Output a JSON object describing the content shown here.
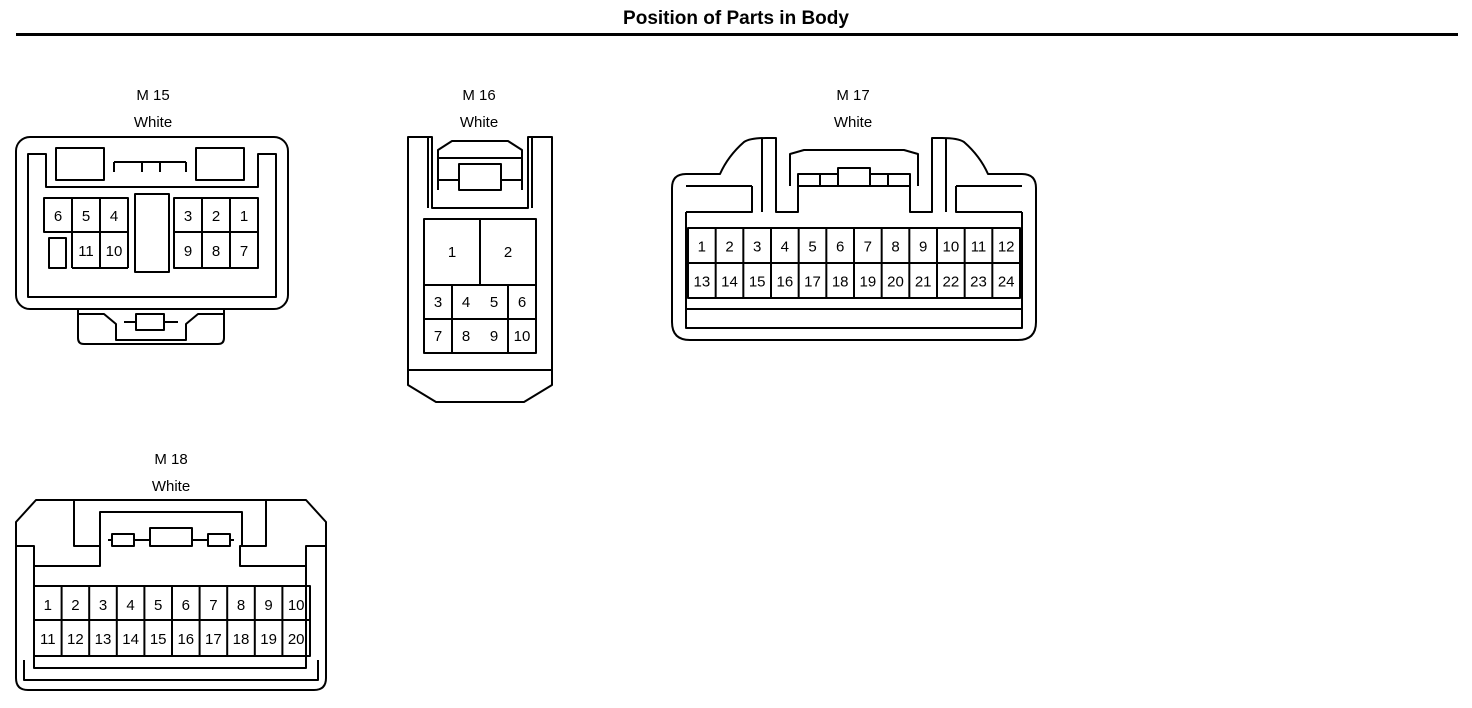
{
  "header": {
    "title": "Position of Parts in Body"
  },
  "connectors": {
    "m15": {
      "code": "M 15",
      "color": "White",
      "pins_row1_left": [
        "6",
        "5",
        "4"
      ],
      "pins_row1_right": [
        "3",
        "2",
        "1"
      ],
      "pins_row2_left": [
        "11",
        "10"
      ],
      "pins_row2_right": [
        "9",
        "8",
        "7"
      ]
    },
    "m16": {
      "code": "M 16",
      "color": "White",
      "pins_big": [
        "1",
        "2"
      ],
      "pins_row1": [
        "3",
        "4",
        "5",
        "6"
      ],
      "pins_row2": [
        "7",
        "8",
        "9",
        "10"
      ]
    },
    "m17": {
      "code": "M 17",
      "color": "White",
      "pins_row1": [
        "1",
        "2",
        "3",
        "4",
        "5",
        "6",
        "7",
        "8",
        "9",
        "10",
        "11",
        "12"
      ],
      "pins_row2": [
        "13",
        "14",
        "15",
        "16",
        "17",
        "18",
        "19",
        "20",
        "21",
        "22",
        "23",
        "24"
      ]
    },
    "m18": {
      "code": "M 18",
      "color": "White",
      "pins_row1": [
        "1",
        "2",
        "3",
        "4",
        "5",
        "6",
        "7",
        "8",
        "9",
        "10"
      ],
      "pins_row2": [
        "11",
        "12",
        "13",
        "14",
        "15",
        "16",
        "17",
        "18",
        "19",
        "20"
      ]
    }
  }
}
